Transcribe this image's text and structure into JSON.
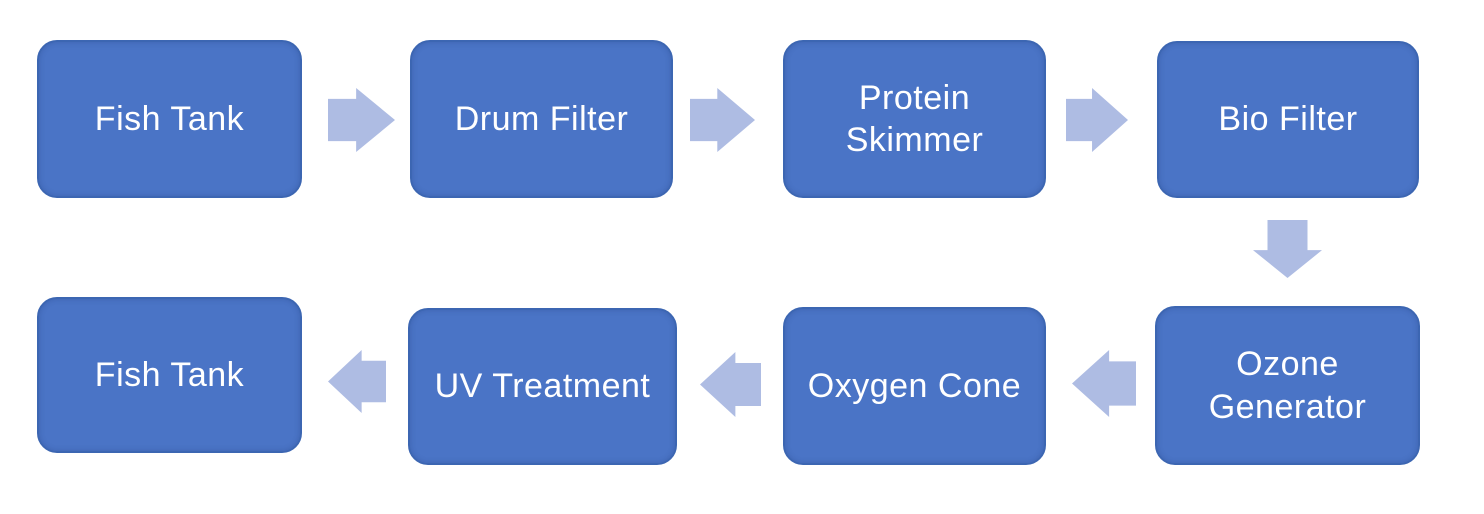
{
  "colors": {
    "canvas_bg": "#ffffff",
    "node_fill": "#4a74c6",
    "node_border": "#3c66b2",
    "node_text": "#ffffff",
    "arrow_fill": "#aebce3"
  },
  "nodes": [
    {
      "id": "fish-tank-start",
      "label": "Fish Tank"
    },
    {
      "id": "drum-filter",
      "label": "Drum Filter"
    },
    {
      "id": "protein-skimmer",
      "label": "Protein\nSkimmer"
    },
    {
      "id": "bio-filter",
      "label": "Bio Filter"
    },
    {
      "id": "ozone-generator",
      "label": "Ozone\nGenerator"
    },
    {
      "id": "oxygen-cone",
      "label": "Oxygen Cone"
    },
    {
      "id": "uv-treatment",
      "label": "UV Treatment"
    },
    {
      "id": "fish-tank-return",
      "label": "Fish Tank"
    }
  ],
  "connections": [
    {
      "from": "Fish Tank",
      "to": "Drum Filter",
      "direction": "right"
    },
    {
      "from": "Drum Filter",
      "to": "Protein Skimmer",
      "direction": "right"
    },
    {
      "from": "Protein Skimmer",
      "to": "Bio Filter",
      "direction": "right"
    },
    {
      "from": "Bio Filter",
      "to": "Ozone Generator",
      "direction": "down"
    },
    {
      "from": "Ozone Generator",
      "to": "Oxygen Cone",
      "direction": "left"
    },
    {
      "from": "Oxygen Cone",
      "to": "UV Treatment",
      "direction": "left"
    },
    {
      "from": "UV Treatment",
      "to": "Fish Tank",
      "direction": "left"
    }
  ]
}
